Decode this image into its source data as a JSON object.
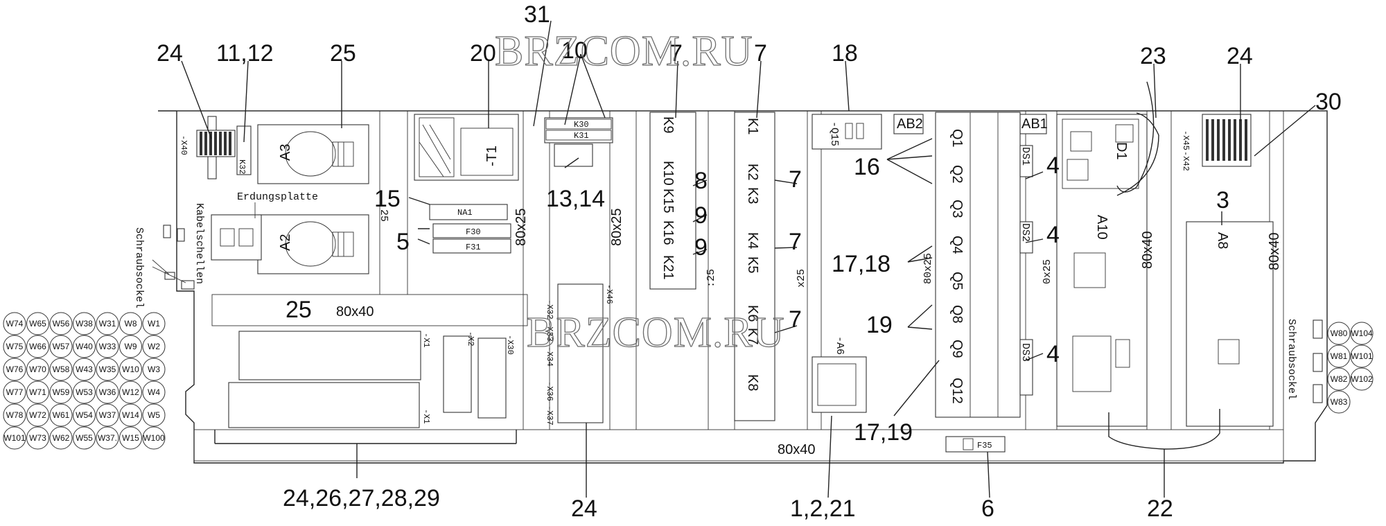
{
  "callouts": [
    "24",
    "11,12",
    "25",
    "20",
    "31",
    "10",
    "7",
    "7",
    "18",
    "23",
    "24",
    "30",
    "15",
    "13,14",
    "16",
    "4",
    "8",
    "9",
    "9",
    "7",
    "7",
    "7",
    "5",
    "17,18",
    "4",
    "19",
    "4",
    "25",
    "17,19",
    "24,26,27,28,29",
    "24",
    "1,2,21",
    "6",
    "22",
    "3"
  ],
  "watermarks": [
    "BRZCOM.RU",
    "BRZCOM.RU"
  ],
  "panel_labels": {
    "erdungsplatte": "Erdungsplatte",
    "kabelschellen": "Kabelschellen",
    "schraubsockel_left": "Schraubsockel",
    "schraubsockel_right": "Schraubsockel",
    "a3": "A3",
    "a2": "A2",
    "t1": "-T1",
    "a10": "A10",
    "a8": "A8",
    "d1": "D1",
    "ab1": "AB1",
    "ab2": "AB2",
    "ds1": "DS1",
    "ds2": "DS2",
    "ds3": "DS3",
    "a6": "-A6",
    "f30": "F30",
    "f31": "F31",
    "f35": "F35",
    "na1": "NA1",
    "k30": "K30",
    "k31": "K31",
    "k32": "K32",
    "q15": "-Q15",
    "x40": "-X40",
    "x1a": "-X1",
    "x1b": "-X1",
    "x2": "-X2",
    "x30": "-X30",
    "x45": "-X45",
    "x42": "-X42",
    "x46": "-X46",
    "x32": "-X32",
    "x33": "-X33",
    "x34": "-X34",
    "x36": "-X36",
    "x37": "-X37",
    "nr25": "25"
  },
  "duct_labels": [
    "80x40",
    "80x25",
    "80x25",
    "80x40",
    "80x40",
    "80x40"
  ],
  "duct_partial": [
    "x25",
    "80x25",
    "0x25",
    ":25"
  ],
  "relays_k_left": [
    "K9",
    "K10",
    "K15",
    "K16",
    "K21"
  ],
  "relays_k_right": [
    "K1",
    "K2",
    "K3",
    "K4",
    "K5",
    "K6",
    "K7",
    "K8"
  ],
  "breakers_q": [
    "Q1",
    "Q2",
    "Q3",
    "Q4",
    "Q5",
    "Q8",
    "Q9",
    "Q12"
  ],
  "cables_left": [
    [
      "W74",
      "W65",
      "W56",
      "W38",
      "W31",
      "W8",
      "W1"
    ],
    [
      "W75",
      "W66",
      "W57",
      "W40",
      "W33",
      "W9",
      "W2"
    ],
    [
      "W76",
      "W70",
      "W58",
      "W43",
      "W35",
      "W10",
      "W3"
    ],
    [
      "W77",
      "W71",
      "W59",
      "W53",
      "W36",
      "W12",
      "W4"
    ],
    [
      "W78",
      "W72",
      "W61",
      "W54",
      "W37",
      "W14",
      "W5"
    ],
    [
      "W101",
      "W73",
      "W62",
      "W55",
      "W37.",
      "W15",
      "W100"
    ]
  ],
  "cables_right": [
    [
      "W80",
      "W104"
    ],
    [
      "W81",
      "W101"
    ],
    [
      "W82",
      "W102"
    ],
    [
      "W83"
    ]
  ]
}
